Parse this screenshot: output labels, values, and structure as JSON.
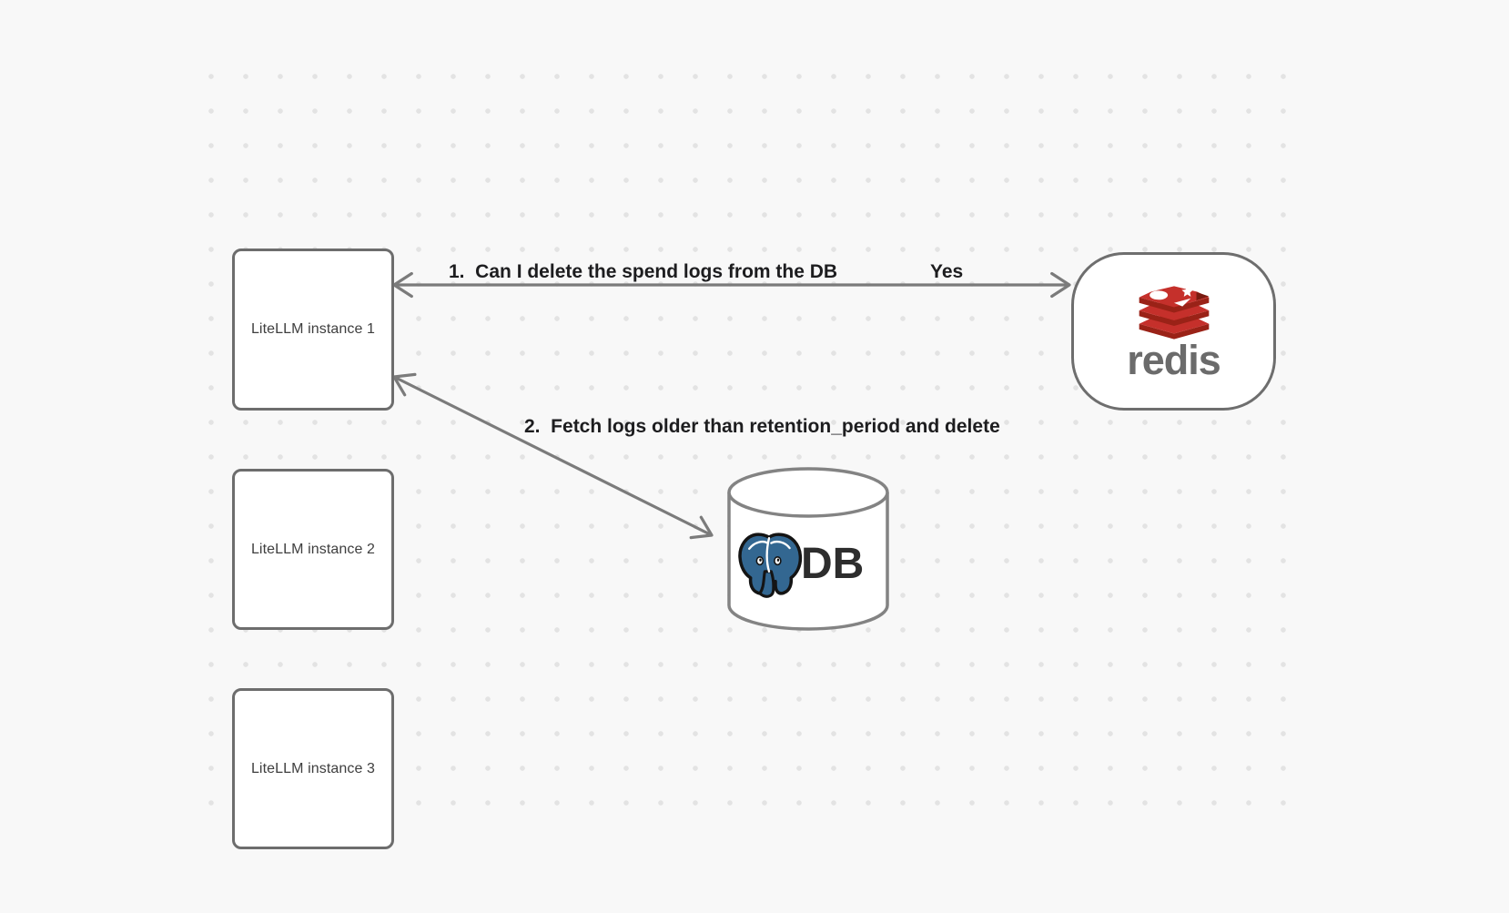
{
  "background": {
    "color": "#f8f8f8",
    "dot_color": "#e3e3e3"
  },
  "nodes": {
    "instances": [
      {
        "label": "LiteLLM instance 1"
      },
      {
        "label": "LiteLLM instance 2"
      },
      {
        "label": "LiteLLM instance 3"
      }
    ],
    "redis": {
      "label": "redis"
    },
    "db": {
      "label": "DB"
    }
  },
  "edges": [
    {
      "label": "1.  Can I delete the spend logs from the DB",
      "response": "Yes"
    },
    {
      "label": "2.  Fetch logs older than retention_period and delete"
    }
  ],
  "icons": {
    "redis_logo": "redis-stacked-discs",
    "postgres_elephant": "postgresql-elephant",
    "db_cylinder": "database-cylinder"
  },
  "colors": {
    "node_border": "#6d6d6d",
    "arrow": "#7b7b7b",
    "edge_label_text": "#1d1d1f",
    "node_label_text": "#3e3e3e",
    "redis_red": "#c5302b",
    "redis_red_dark": "#9a2217",
    "redis_wordmark": "#6b6b6b",
    "postgres_blue": "#336791",
    "db_text": "#2d2d2d"
  }
}
